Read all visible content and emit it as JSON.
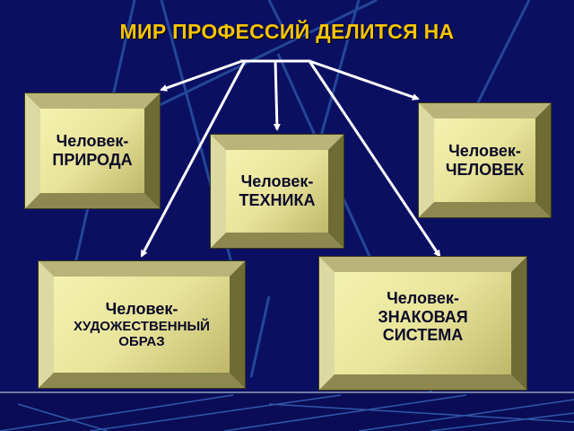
{
  "title": "МИР ПРОФЕССИЙ ДЕЛИТСЯ НА",
  "boxes": [
    {
      "line1": "Человек-",
      "line2": "ПРИРОДА"
    },
    {
      "line1": "Человек-",
      "line2": "ТЕХНИКА"
    },
    {
      "line1": "Человек-",
      "line2": "ЧЕЛОВЕК"
    },
    {
      "line1": "Человек-",
      "line2": "ХУДОЖЕСТВЕННЫЙ",
      "line3": "ОБРАЗ"
    },
    {
      "line1": "Человек-",
      "line2": "ЗНАКОВАЯ",
      "line3": "СИСТЕМА"
    }
  ],
  "colors": {
    "background": "#0b0f62",
    "title": "#f6c400",
    "arrow": "#ffffff"
  }
}
